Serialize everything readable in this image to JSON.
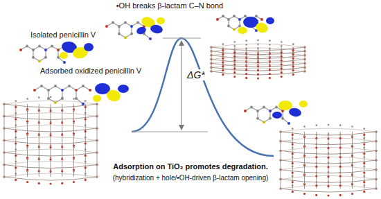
{
  "diagram": {
    "labels": [
      "•OH breaks β-lactam C–N bond",
      "Isolated penicillin V",
      "Adsorbed oxidized penicillin V",
      "ΔG*",
      "Adsorption on TiO₂ promotes degradation.",
      "(hybridization + hole/•OH-driven β-lactam opening)"
    ]
  }
}
